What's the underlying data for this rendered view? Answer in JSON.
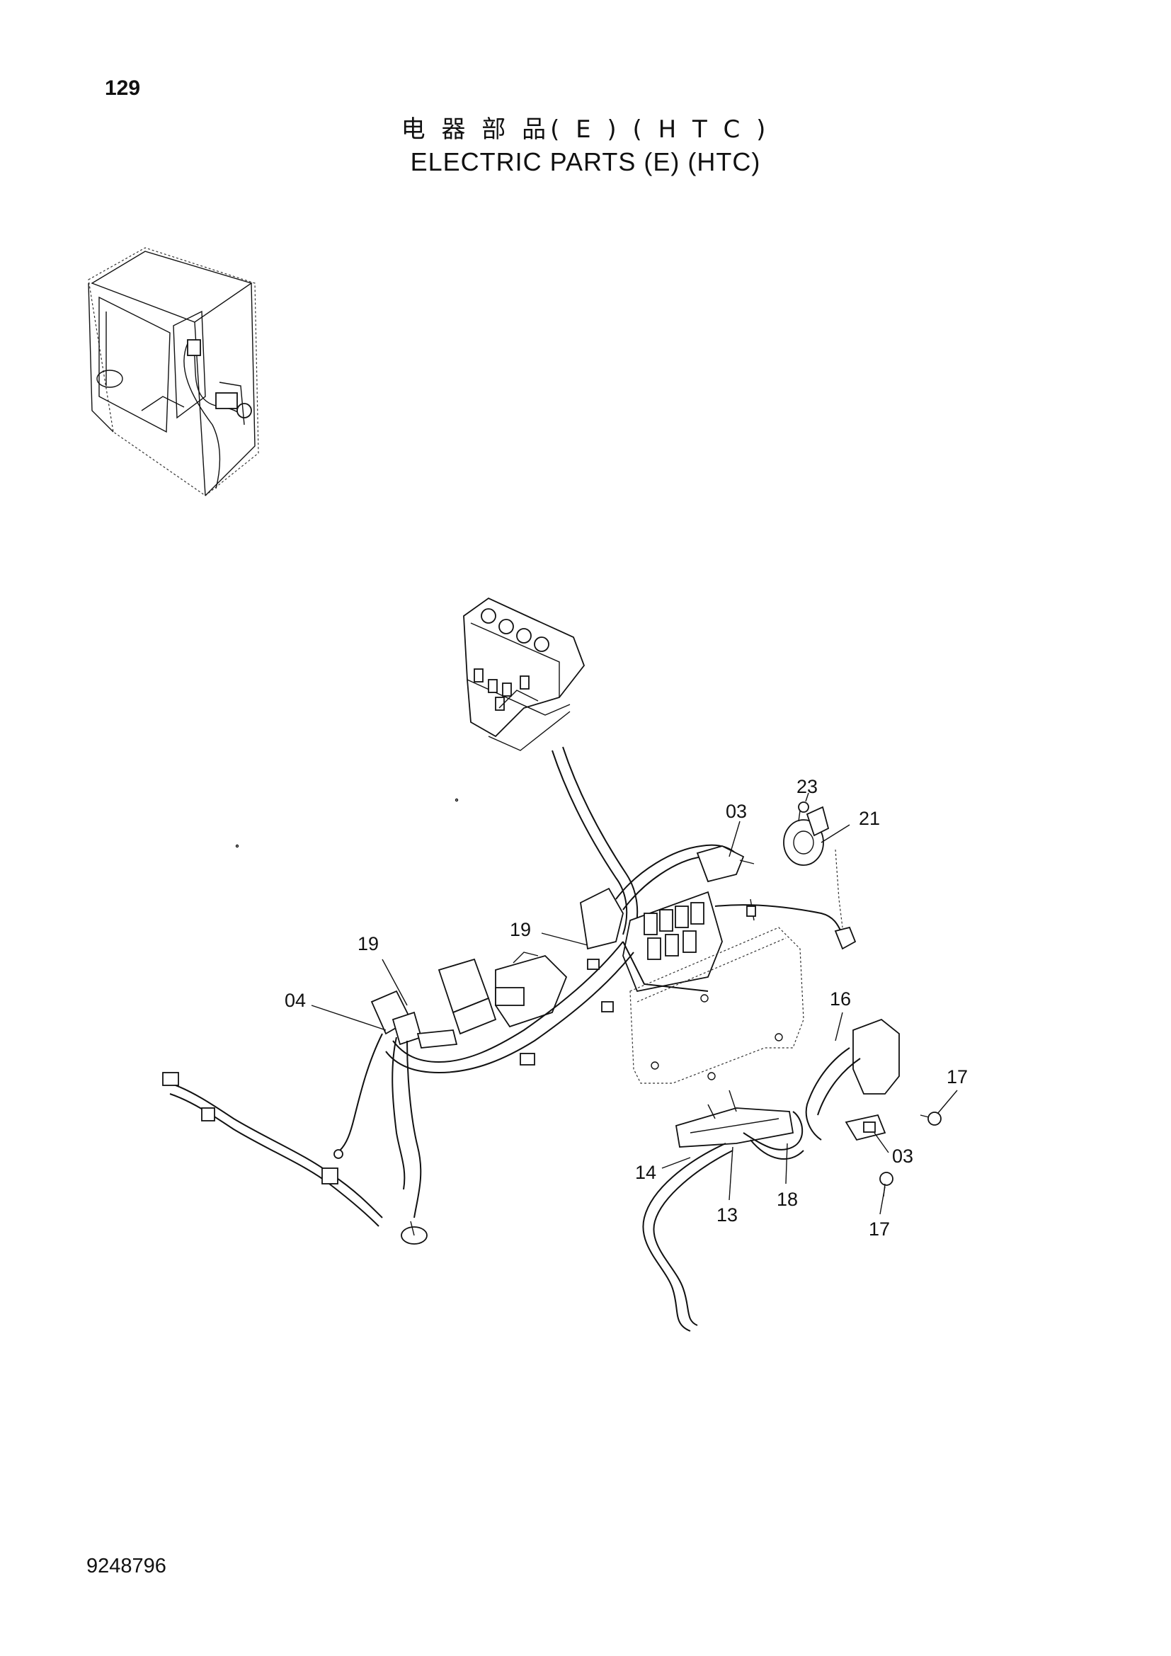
{
  "page": {
    "number": "129",
    "title_cn": "电 器 部 品( E ) ( H T C )",
    "title_en": "ELECTRIC PARTS (E) (HTC)",
    "doc_number": "9248796"
  },
  "callouts": [
    {
      "id": "c23",
      "label": "23"
    },
    {
      "id": "c03a",
      "label": "03"
    },
    {
      "id": "c21",
      "label": "21"
    },
    {
      "id": "c19a",
      "label": "19"
    },
    {
      "id": "c19b",
      "label": "19"
    },
    {
      "id": "c04",
      "label": "04"
    },
    {
      "id": "c16",
      "label": "16"
    },
    {
      "id": "c17a",
      "label": "17"
    },
    {
      "id": "c03b",
      "label": "03"
    },
    {
      "id": "c14",
      "label": "14"
    },
    {
      "id": "c13",
      "label": "13"
    },
    {
      "id": "c18",
      "label": "18"
    },
    {
      "id": "c17b",
      "label": "17"
    }
  ]
}
